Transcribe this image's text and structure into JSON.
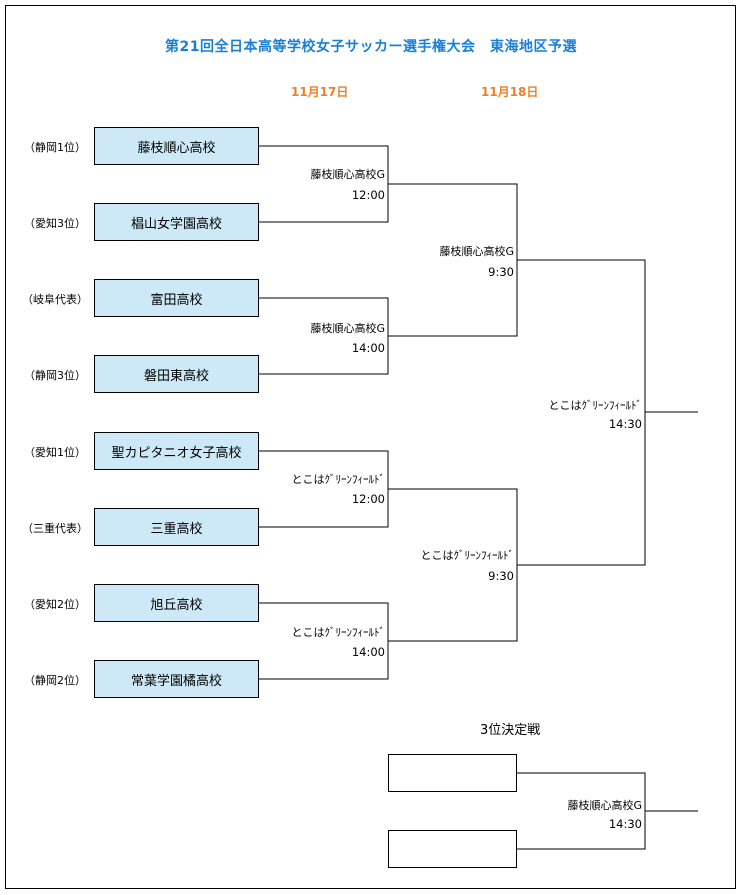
{
  "title": "第21回全日本高等学校女子サッカー選手権大会　東海地区予選",
  "dates": [
    "11月17日",
    "11月18日"
  ],
  "teams": [
    {
      "seed": "（静岡1位）",
      "name": "藤枝順心高校"
    },
    {
      "seed": "（愛知3位）",
      "name": "椙山女学園高校"
    },
    {
      "seed": "（岐阜代表）",
      "name": "富田高校"
    },
    {
      "seed": "（静岡3位）",
      "name": "磐田東高校"
    },
    {
      "seed": "（愛知1位）",
      "name": "聖カピタニオ女子高校"
    },
    {
      "seed": "（三重代表）",
      "name": "三重高校"
    },
    {
      "seed": "（愛知2位）",
      "name": "旭丘高校"
    },
    {
      "seed": "（静岡2位）",
      "name": "常葉学園橘高校"
    }
  ],
  "round1": [
    {
      "venue": "藤枝順心高校G",
      "time": "12:00"
    },
    {
      "venue": "藤枝順心高校G",
      "time": "14:00"
    },
    {
      "venue": "とこはｸﾞﾘｰﾝﾌｨｰﾙﾄﾞ",
      "time": "12:00"
    },
    {
      "venue": "とこはｸﾞﾘｰﾝﾌｨｰﾙﾄﾞ",
      "time": "14:00"
    }
  ],
  "semifinal": [
    {
      "venue": "藤枝順心高校G",
      "time": "9:30"
    },
    {
      "venue": "とこはｸﾞﾘｰﾝﾌｨｰﾙﾄﾞ",
      "time": "9:30"
    }
  ],
  "final": {
    "venue": "とこはｸﾞﾘｰﾝﾌｨｰﾙﾄﾞ",
    "time": "14:30"
  },
  "third_place": {
    "label": "3位決定戦",
    "venue": "藤枝順心高校G",
    "time": "14:30"
  }
}
